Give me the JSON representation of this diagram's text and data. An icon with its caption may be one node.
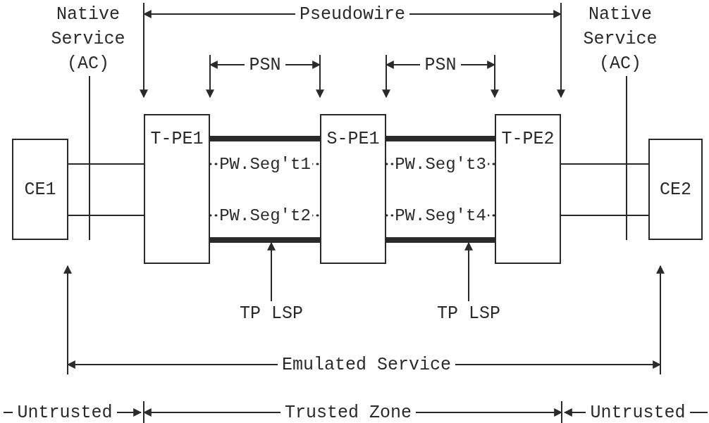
{
  "diagram": {
    "nodes": [
      {
        "text": [
          "CE1"
        ]
      },
      {
        "text": [
          "T-PE1"
        ]
      },
      {
        "text": [
          "S-PE1"
        ]
      },
      {
        "text": [
          "T-PE2"
        ]
      },
      {
        "text": [
          "CE2"
        ]
      },
      {
        "text": [
          "TP LSP"
        ]
      },
      {
        "text": [
          "TP LSP"
        ]
      }
    ],
    "edges": [
      {
        "from": 0,
        "to": 1,
        "arrow": "none"
      },
      {
        "from": 0,
        "to": 1,
        "arrow": "none"
      },
      {
        "from": 1,
        "to": 2,
        "arrow": "none",
        "style": "dashed",
        "label": "PW.Seg't1"
      },
      {
        "from": 2,
        "to": 3,
        "arrow": "none",
        "style": "dashed",
        "label": "PW.Seg't3"
      },
      {
        "from": 1,
        "to": 2,
        "arrow": "none",
        "style": "dashed",
        "label": "PW.Seg't2"
      },
      {
        "from": 2,
        "to": 3,
        "arrow": "none",
        "style": "dashed",
        "label": "PW.Seg't4"
      },
      {
        "from": 3,
        "to": 4,
        "arrow": "none"
      },
      {
        "from": 3,
        "to": 4,
        "arrow": "none"
      },
      {
        "from": 1,
        "to": 2,
        "arrow": "none",
        "style": "thick"
      },
      {
        "from": 1,
        "to": 2,
        "arrow": "none",
        "style": "thick"
      },
      {
        "from": 2,
        "to": 3,
        "arrow": "none",
        "style": "thick"
      },
      {
        "from": 2,
        "to": 3,
        "arrow": "none",
        "style": "thick"
      },
      {
        "from": 5,
        "to": null,
        "arrow": "to"
      },
      {
        "from": 6,
        "to": null,
        "arrow": "to"
      }
    ],
    "labels": [
      "Native Service (AC)",
      "Pseudowire",
      "Native Service (AC)",
      "PSN",
      "PSN",
      "Emulated Service",
      "Untrusted",
      "Trusted Zone",
      "Untrusted"
    ]
  }
}
